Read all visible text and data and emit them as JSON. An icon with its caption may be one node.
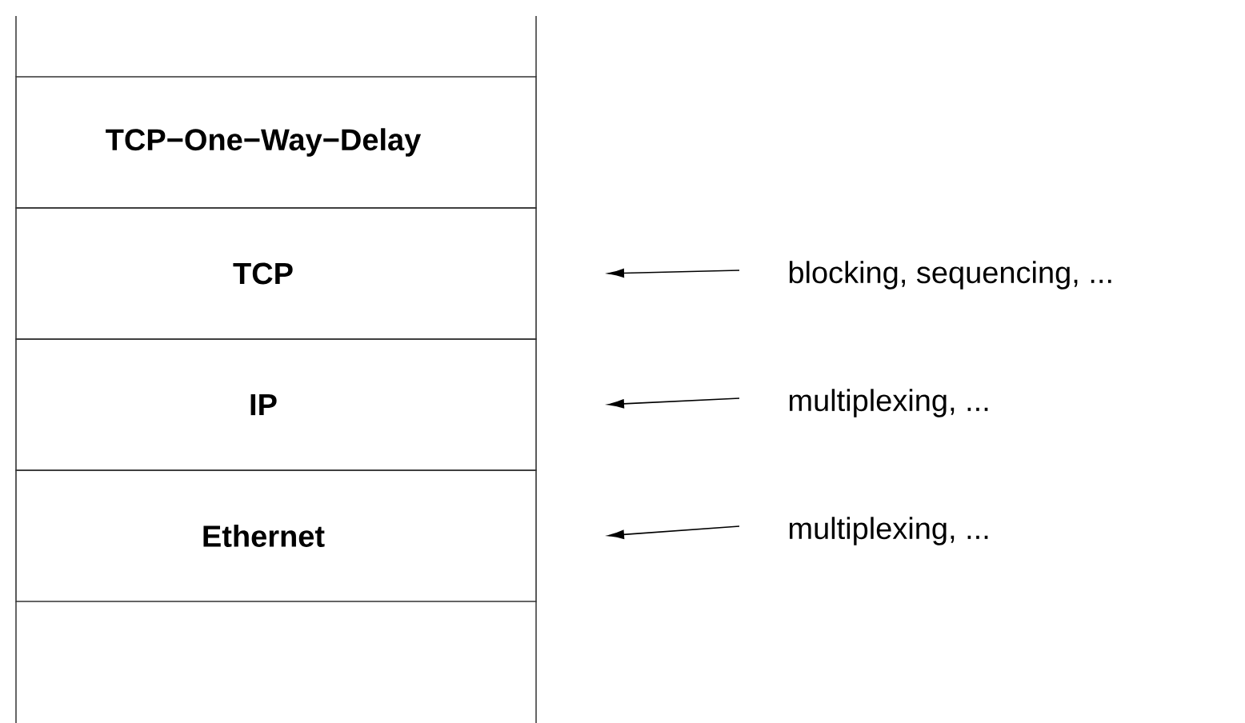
{
  "diagram": {
    "nodes": [
      {
        "text": [
          "TCP−One−Way−Delay"
        ]
      },
      {
        "text": [
          "TCP"
        ]
      },
      {
        "text": [
          "IP"
        ]
      },
      {
        "text": [
          "Ethernet"
        ]
      },
      {
        "text": [
          "blocking, sequencing, ..."
        ]
      },
      {
        "text": [
          "multiplexing, ..."
        ]
      },
      {
        "text": [
          "multiplexing, ..."
        ]
      }
    ],
    "edges": [
      {
        "from": 4,
        "to": 1,
        "arrow": "to"
      },
      {
        "from": 5,
        "to": 2,
        "arrow": "to"
      },
      {
        "from": 6,
        "to": 3,
        "arrow": "to"
      }
    ]
  }
}
